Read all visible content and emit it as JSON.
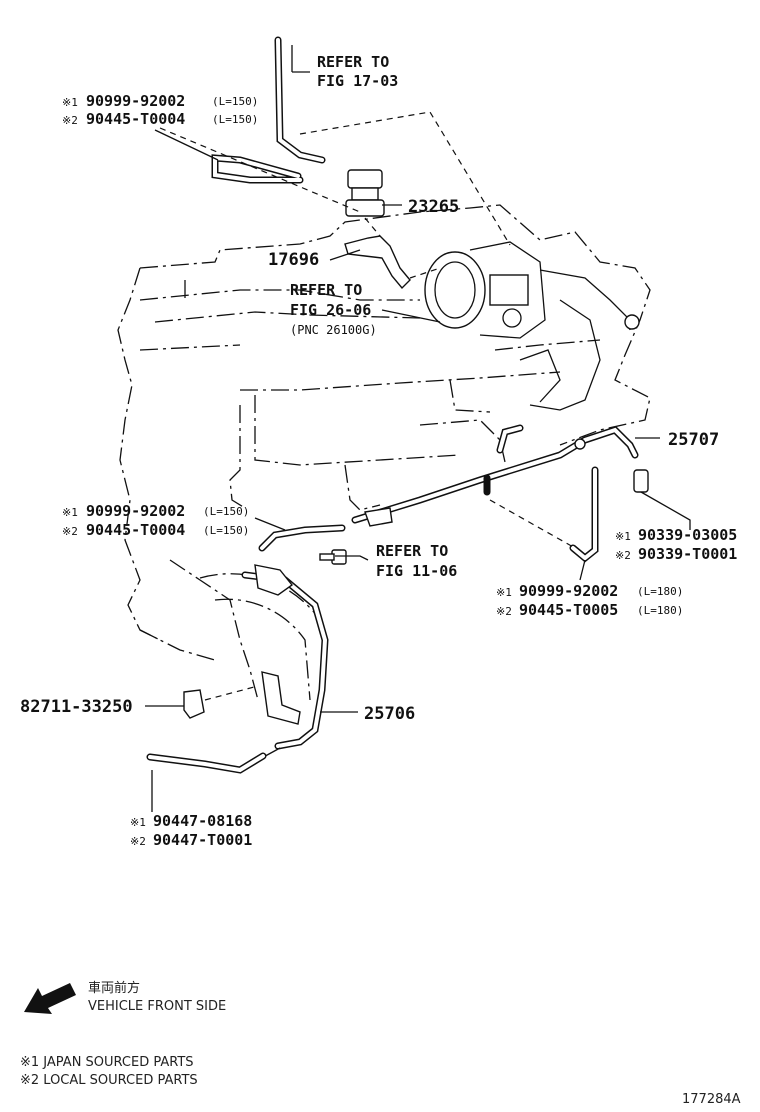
{
  "callouts": {
    "refer_17_03": [
      "REFER TO",
      "FIG 17-03"
    ],
    "hose_top": {
      "line1": {
        "mark": "※1",
        "number": "90999-92002",
        "note": "(L=150)"
      },
      "line2": {
        "mark": "※2",
        "number": "90445-T0004",
        "note": "(L=150)"
      }
    },
    "valve": "23265",
    "bracket": "17696",
    "refer_26_06": [
      "REFER TO",
      "FIG 26-06",
      "(PNC 26100G)"
    ],
    "pipe_right": "25707",
    "hose_mid_left": {
      "line1": {
        "mark": "※1",
        "number": "90999-92002",
        "note": "(L=150)"
      },
      "line2": {
        "mark": "※2",
        "number": "90445-T0004",
        "note": "(L=150)"
      }
    },
    "refer_11_06": [
      "REFER TO",
      "FIG 11-06"
    ],
    "hose_short_right": {
      "line1": {
        "mark": "※1",
        "number": "90339-03005"
      },
      "line2": {
        "mark": "※2",
        "number": "90339-T0001"
      }
    },
    "hose_mid_right": {
      "line1": {
        "mark": "※1",
        "number": "90999-92002",
        "note": "(L=180)"
      },
      "line2": {
        "mark": "※2",
        "number": "90445-T0005",
        "note": "(L=180)"
      }
    },
    "clamp": "82711-33250",
    "pipe_lower": "25706",
    "hose_bottom": {
      "line1": {
        "mark": "※1",
        "number": "90447-08168"
      },
      "line2": {
        "mark": "※2",
        "number": "90447-T0001"
      }
    }
  },
  "footer": {
    "direction_jp": "車両前方",
    "direction_en": "VEHICLE FRONT SIDE",
    "legend1": "※1 JAPAN SOURCED PARTS",
    "legend2": "※2 LOCAL SOURCED PARTS",
    "figure_id": "177284A"
  }
}
